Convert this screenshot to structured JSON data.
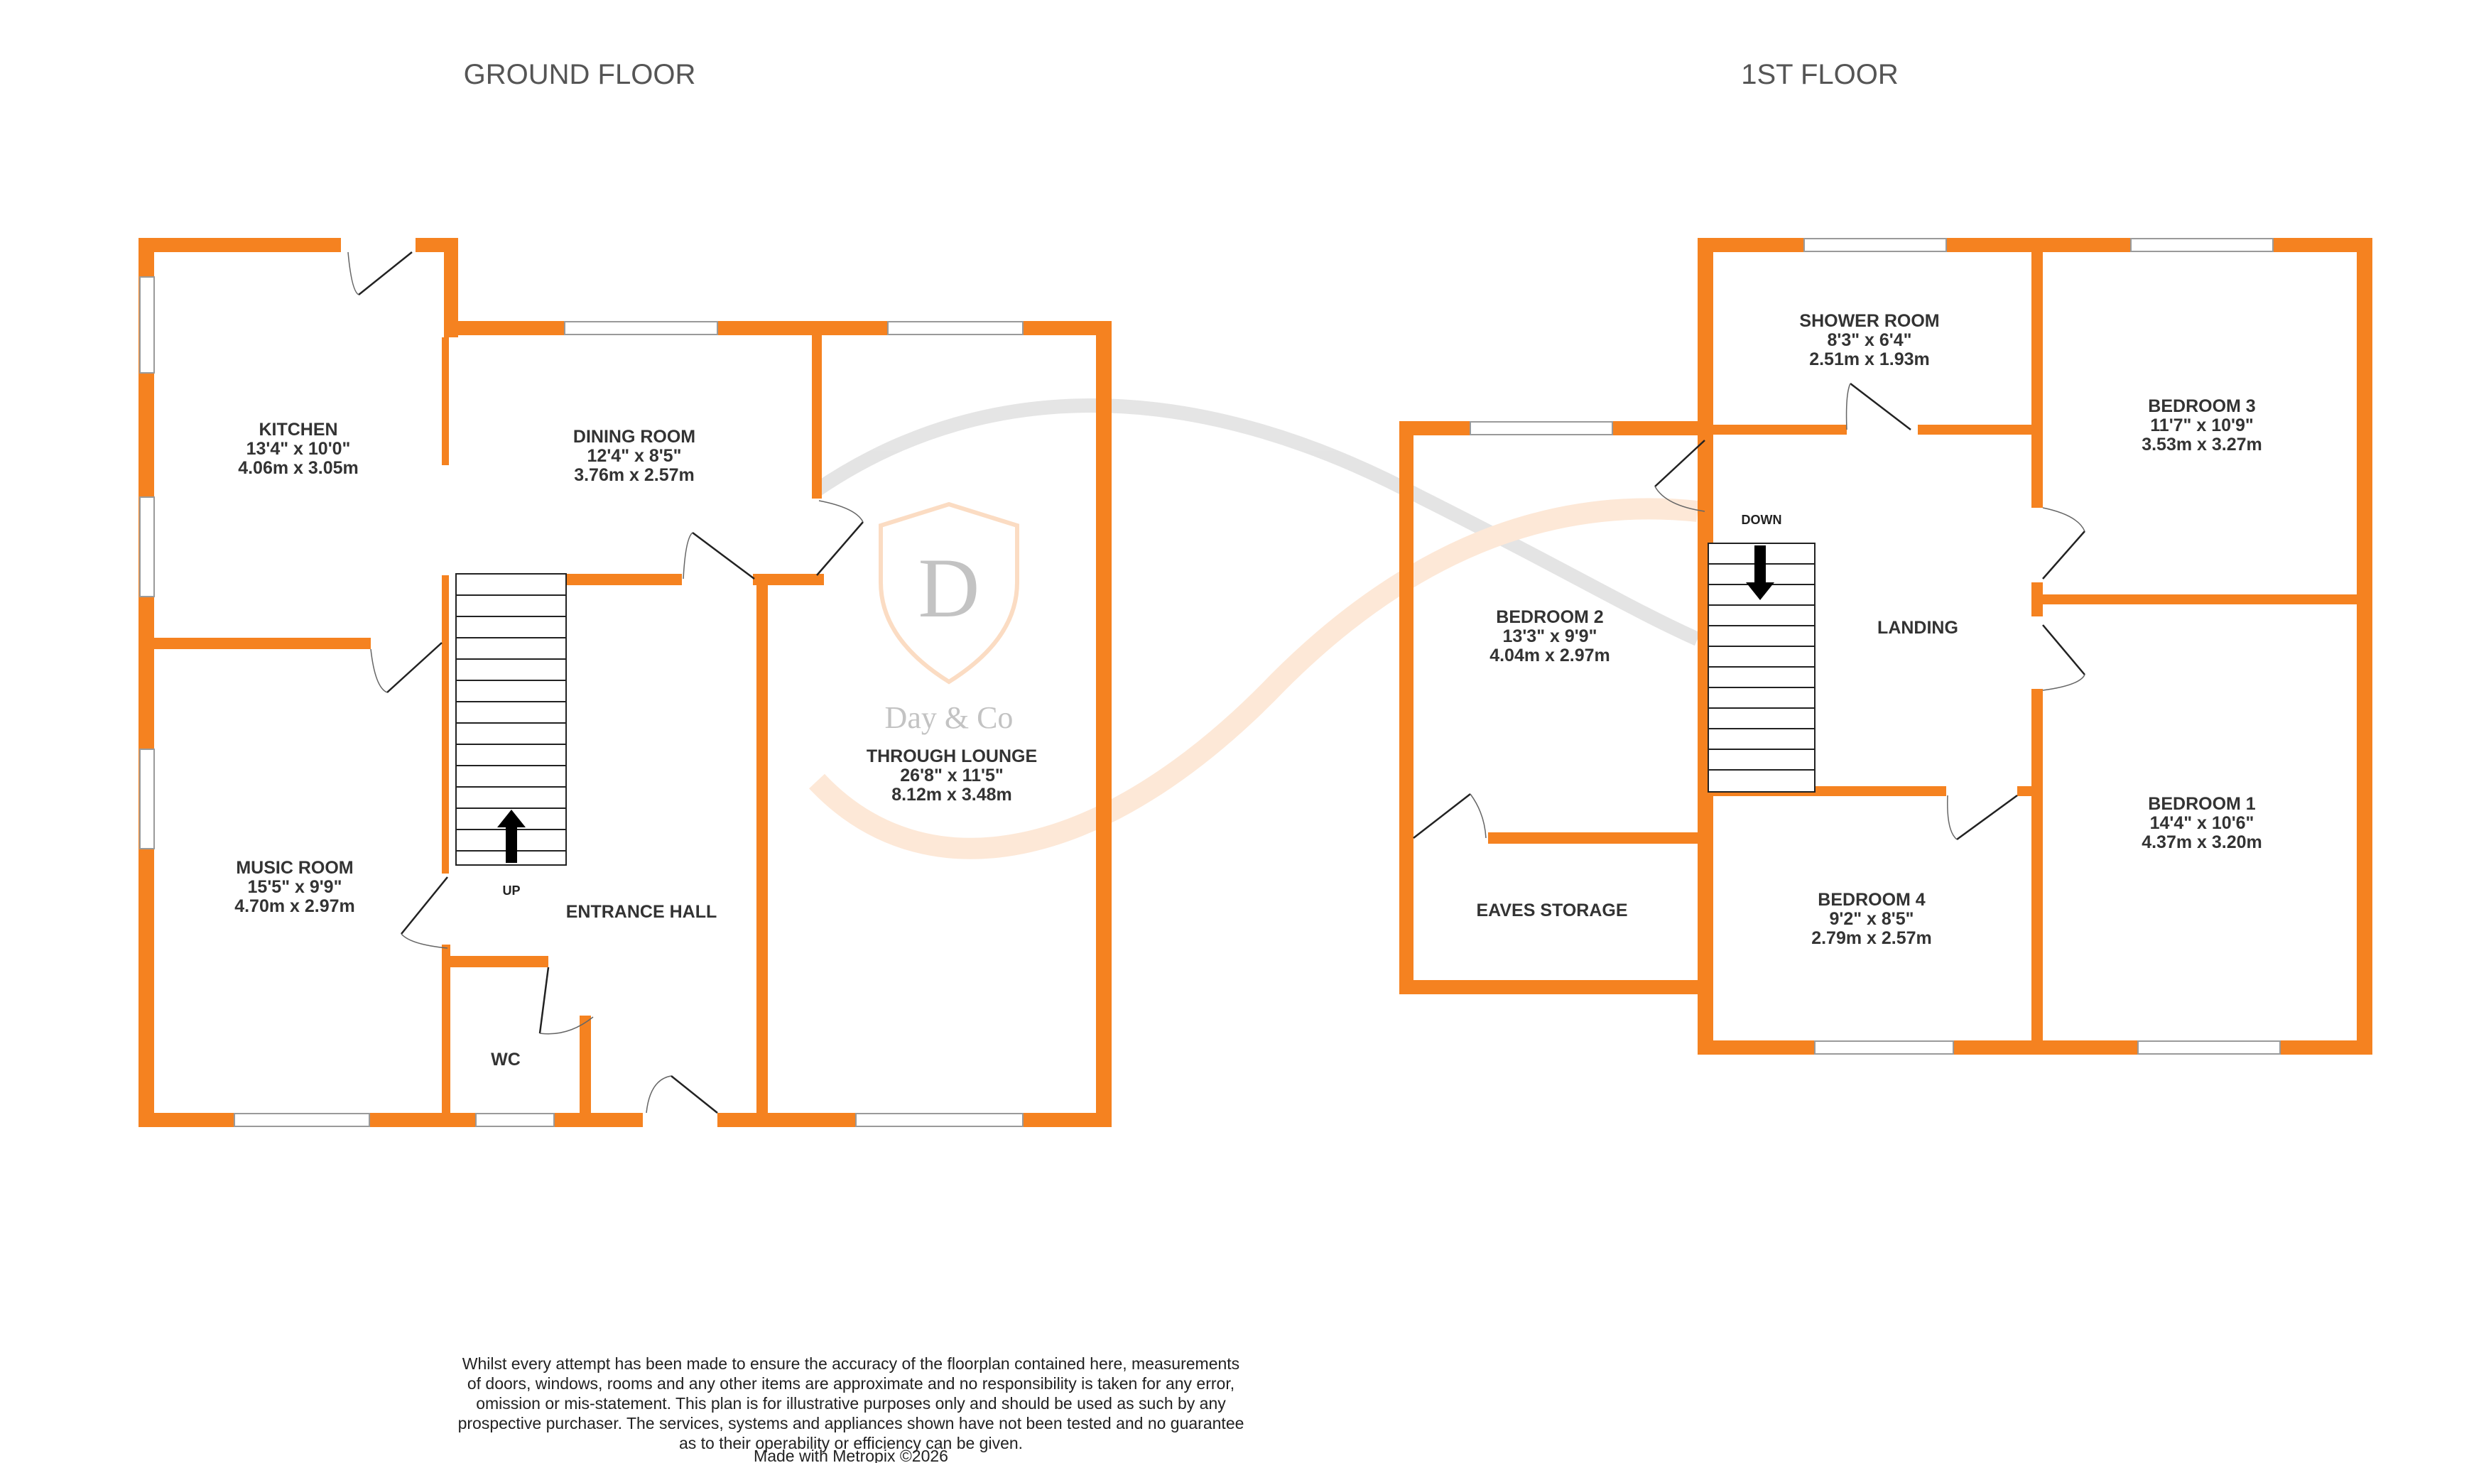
{
  "floors": {
    "ground": {
      "title": "GROUND FLOOR"
    },
    "first": {
      "title": "1ST FLOOR"
    }
  },
  "rooms": {
    "kitchen": {
      "name": "KITCHEN",
      "imperial": "13'4\"  x 10'0\"",
      "metric": "4.06m  x 3.05m"
    },
    "dining": {
      "name": "DINING ROOM",
      "imperial": "12'4\"  x 8'5\"",
      "metric": "3.76m  x 2.57m"
    },
    "lounge": {
      "name": "THROUGH LOUNGE",
      "imperial": "26'8\"  x 11'5\"",
      "metric": "8.12m  x 3.48m"
    },
    "music": {
      "name": "MUSIC ROOM",
      "imperial": "15'5\"  x 9'9\"",
      "metric": "4.70m  x 2.97m"
    },
    "hall": {
      "name": "ENTRANCE HALL"
    },
    "wc": {
      "name": "WC"
    },
    "shower": {
      "name": "SHOWER ROOM",
      "imperial": "8'3\"  x 6'4\"",
      "metric": "2.51m  x 1.93m"
    },
    "bed3": {
      "name": "BEDROOM 3",
      "imperial": "11'7\"  x 10'9\"",
      "metric": "3.53m  x 3.27m"
    },
    "bed2": {
      "name": "BEDROOM 2",
      "imperial": "13'3\"  x 9'9\"",
      "metric": "4.04m  x 2.97m"
    },
    "landing": {
      "name": "LANDING"
    },
    "bed1": {
      "name": "BEDROOM 1",
      "imperial": "14'4\"  x 10'6\"",
      "metric": "4.37m  x 3.20m"
    },
    "bed4": {
      "name": "BEDROOM 4",
      "imperial": "9'2\"  x 8'5\"",
      "metric": "2.79m  x 2.57m"
    },
    "eaves": {
      "name": "EAVES STORAGE"
    }
  },
  "stairs": {
    "up": "UP",
    "down": "DOWN"
  },
  "watermark": {
    "letter": "D",
    "brand": "Day & Co"
  },
  "disclaimer": [
    "Whilst every attempt has been made to ensure the accuracy of the floorplan contained here, measurements",
    "of doors, windows, rooms and any other items are approximate and no responsibility is taken for any error,",
    "omission or mis-statement. This plan is for illustrative purposes only and should be used as such by any",
    "prospective purchaser. The services, systems and appliances shown have not been tested and no guarantee",
    "as to their operability or efficiency can be given.",
    "Made with Metropix ©2026"
  ],
  "colors": {
    "wall": "#f58220",
    "text": "#333333",
    "window": "#9a9a9a"
  }
}
